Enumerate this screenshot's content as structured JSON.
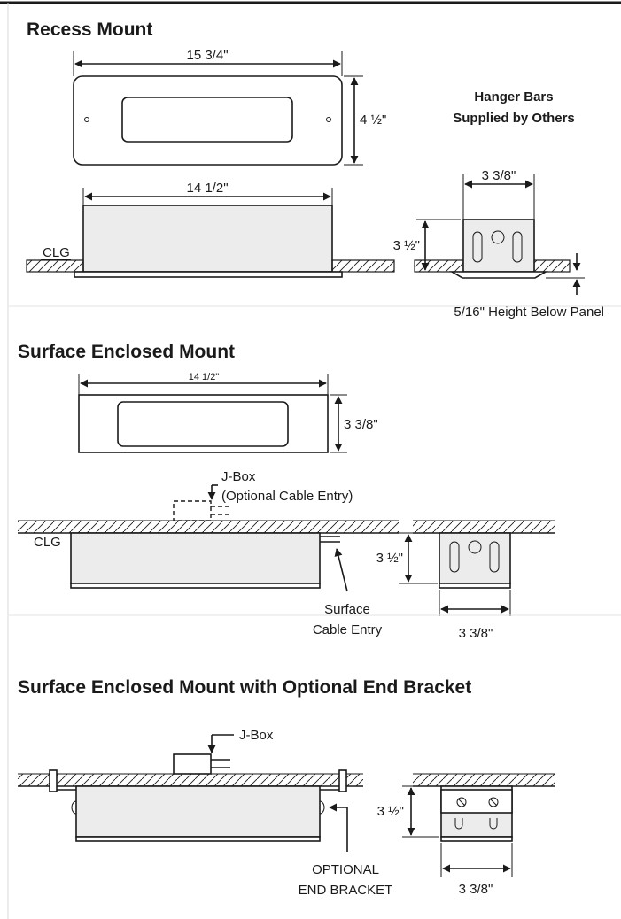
{
  "sections": {
    "recess": {
      "title": "Recess Mount",
      "width_dim": "15 3/4\"",
      "height_dim": "4 ½\"",
      "hanger_line1": "Hanger Bars",
      "hanger_line2": "Supplied by Others",
      "side_width_dim": "14 1/2\"",
      "ceiling_label": "CLG",
      "end_width_dim": "3 3/8\"",
      "end_height_dim": "3 ½\"",
      "below_panel_note": "5/16\" Height Below Panel"
    },
    "surface": {
      "title": "Surface Enclosed Mount",
      "width_dim": "14 1/2\"",
      "height_dim": "3 3/8\"",
      "jbox_label": "J-Box",
      "jbox_sublabel": "(Optional Cable Entry)",
      "ceiling_label": "CLG",
      "end_height_dim": "3 ½\"",
      "cable_label_line1": "Surface",
      "cable_label_line2": "Cable Entry",
      "end_width_dim": "3 3/8\""
    },
    "bracket": {
      "title": "Surface Enclosed Mount with Optional End Bracket",
      "jbox_label": "J-Box",
      "end_height_dim": "3 ½\"",
      "bracket_line1": "OPTIONAL",
      "bracket_line2": "END BRACKET",
      "end_width_dim": "3 3/8\""
    }
  },
  "colors": {
    "line": "#1a1a1a",
    "fixture_fill": "#ececec",
    "divider": "#e3e3e3"
  }
}
